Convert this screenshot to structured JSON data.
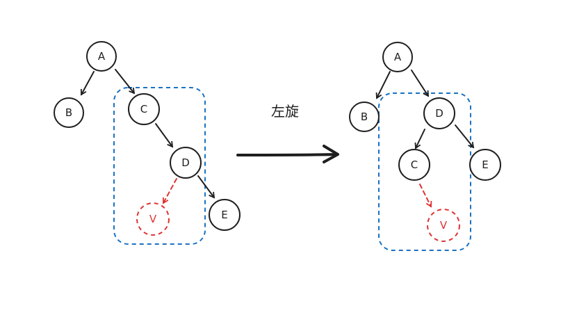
{
  "operation_label": "左旋",
  "colors": {
    "ink": "#1e1e1e",
    "group_box": "#1971c2",
    "inserted_node": "#e03131"
  },
  "before": {
    "nodes": {
      "a": "A",
      "b": "B",
      "c": "C",
      "d": "D",
      "e": "E",
      "v": "V"
    }
  },
  "after": {
    "nodes": {
      "a": "A",
      "b": "B",
      "c": "C",
      "d": "D",
      "e": "E",
      "v": "V"
    }
  }
}
